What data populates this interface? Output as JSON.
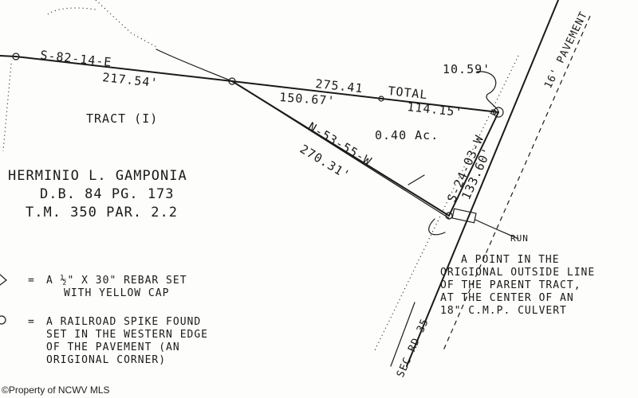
{
  "plat": {
    "lines": {
      "top_bearing": "S-82-14-E",
      "top_distance": "217.54'",
      "mid_distance": "150.67'",
      "total_distance": "275.41",
      "total_label": "TOTAL",
      "east_distance": "114.15'",
      "diag_bearing": "N-53-55-W",
      "diag_distance": "270.31'",
      "road_bearing": "S-24-03-W",
      "road_distance": "133.60'",
      "spike_distance": "10.59'",
      "pavement_label": "16' PAVEMENT",
      "road_name": "SEC RD 35",
      "run_label": "RUN"
    },
    "tract_label": "TRACT (I)",
    "area_label": "0.40 Ac.",
    "owner": {
      "name": "HERMINIO L. GAMPONIA",
      "deed": "D.B. 84 PG. 173",
      "tax_map": "T.M. 350 PAR. 2.2"
    },
    "point_note": {
      "line1": "A POINT IN THE",
      "line2": "ORIGIONAL OUTSIDE LINE",
      "line3": "OF THE PARENT TRACT,",
      "line4": "AT THE CENTER OF AN",
      "line5": "18\" C.M.P. CULVERT"
    },
    "legend": [
      {
        "symbol": "=",
        "line1": "A ½\" X 30\" REBAR SET",
        "line2": "WITH YELLOW CAP"
      },
      {
        "symbol": "=",
        "line1": "A RAILROAD SPIKE FOUND",
        "line2": "SET IN THE WESTERN EDGE",
        "line3": "OF THE PAVEMENT (AN",
        "line4": "ORIGIONAL CORNER)"
      }
    ]
  },
  "copyright": "©Property of NCWV MLS"
}
